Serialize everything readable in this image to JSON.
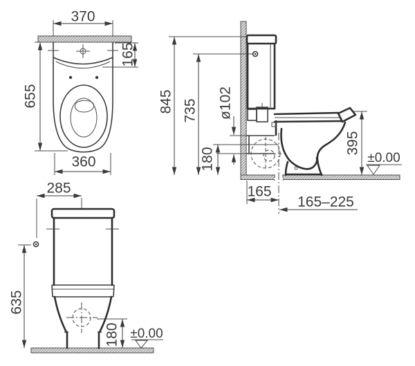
{
  "drawing": {
    "plan": {
      "top_width": "370",
      "cistern_depth": "165",
      "total_depth": "655",
      "bottom_width": "360"
    },
    "side": {
      "total_height": "845",
      "screw_height": "735",
      "outlet_diameter": "ø102",
      "outlet_height": "180",
      "rim_height": "395",
      "outlet_offset": "165",
      "outlet_range": "165–225",
      "floor_level": "±0.00"
    },
    "front": {
      "screw_offset": "285",
      "screw_height": "635",
      "drain_height": "180",
      "floor_level": "±0.00"
    },
    "colors": {
      "line": "#3a3a3a",
      "hatch": "#8f8f8f",
      "background": "#ffffff"
    }
  }
}
